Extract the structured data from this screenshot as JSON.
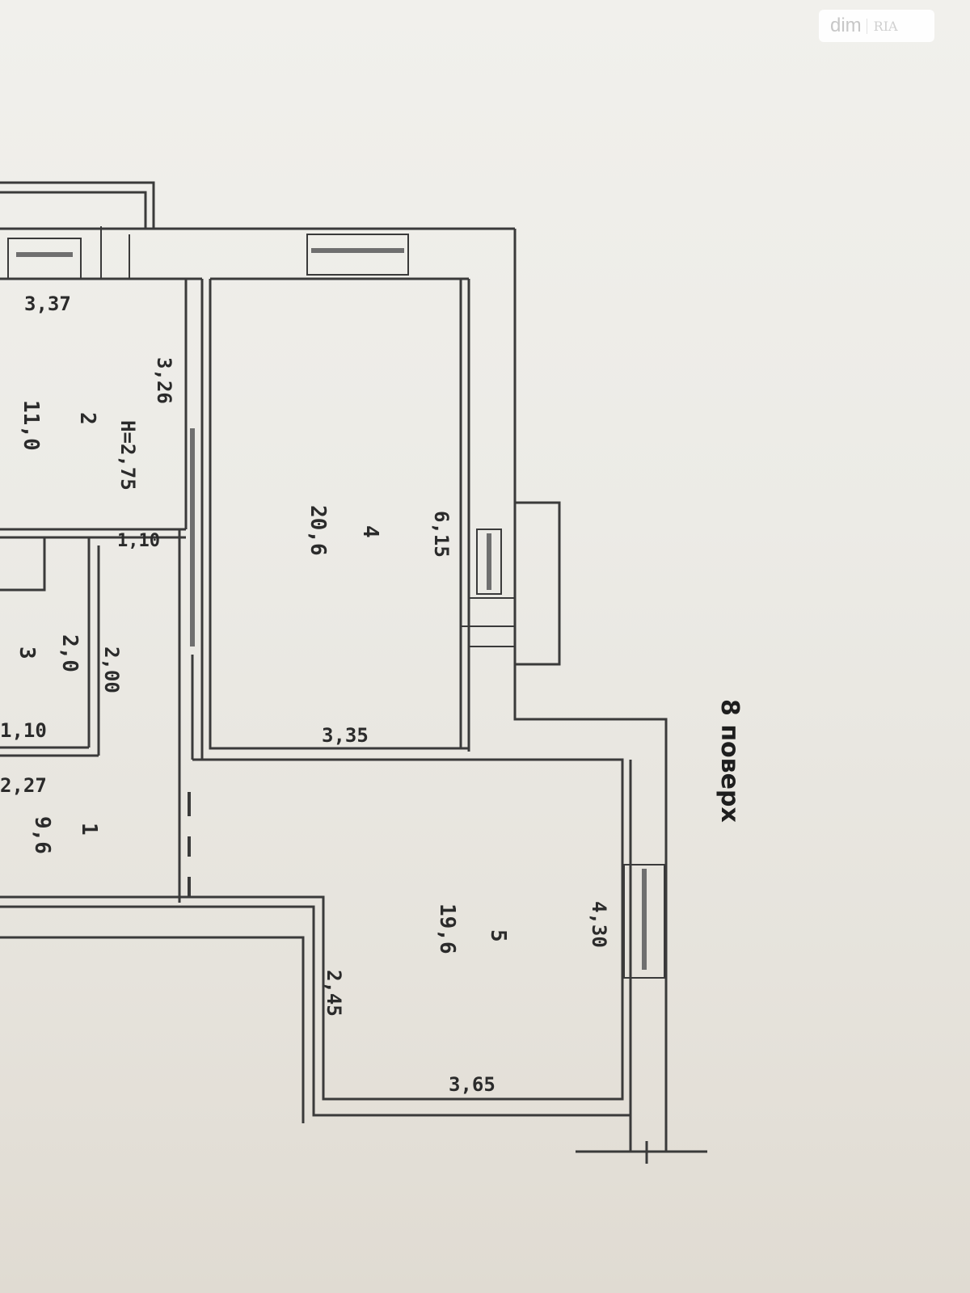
{
  "watermark": {
    "brand": "dim",
    "sub": "RIA"
  },
  "floor_label": "8 поверх",
  "rooms": [
    {
      "id": "room-2",
      "number": "2",
      "area": "11,0"
    },
    {
      "id": "room-3",
      "number": "3",
      "area": "2,0"
    },
    {
      "id": "room-4",
      "number": "4",
      "area": "20,6"
    },
    {
      "id": "room-5",
      "number": "5",
      "area": "19,6"
    },
    {
      "id": "room-1",
      "number": "1",
      "area": "9,6"
    }
  ],
  "dimensions": [
    {
      "id": "dim-a",
      "text": "3,37"
    },
    {
      "id": "dim-b",
      "text": "3,26"
    },
    {
      "id": "dim-c",
      "text": "H=2,75"
    },
    {
      "id": "dim-d",
      "text": "1,10"
    },
    {
      "id": "dim-e",
      "text": "2,00"
    },
    {
      "id": "dim-f",
      "text": "1,10"
    },
    {
      "id": "dim-g",
      "text": "2,27"
    },
    {
      "id": "dim-h",
      "text": "6,15"
    },
    {
      "id": "dim-i",
      "text": "3,35"
    },
    {
      "id": "dim-j",
      "text": "4,30"
    },
    {
      "id": "dim-k",
      "text": "2,45"
    },
    {
      "id": "dim-l",
      "text": "3,65"
    }
  ],
  "colors": {
    "wall": "#3a3a3a",
    "window": "#6f6f6f",
    "paper": "#eeece7"
  }
}
